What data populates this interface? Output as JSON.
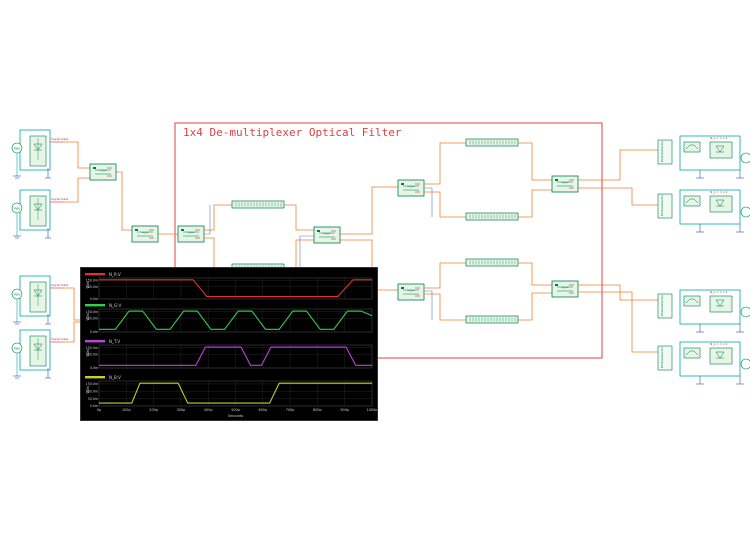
{
  "schematic": {
    "title": "1x4 De-multiplexer Optical Filter",
    "colors": {
      "title_box": "#e04040",
      "wire_cyan": "#00a9a9",
      "wire_orange": "#ee8030",
      "wire_blue": "#5a7cc8",
      "wire_red": "#d03030",
      "component_fill": "#e6f5e6",
      "component_stroke": "#007c50",
      "ground": "#3050c0"
    }
  },
  "scope": {
    "background": "#000000",
    "grid_color": "#2f2f2f",
    "y_unit": "Volts",
    "x_label": "Seconds",
    "y_ticks": [
      "150.0m",
      "100.0m",
      "0.0m"
    ],
    "y_ticks_last": [
      "150.0m",
      "100.0m",
      "50.0m",
      "0.0m"
    ],
    "x_ticks": [
      "0p",
      "100p",
      "200p",
      "300p",
      "400p",
      "500p",
      "600p",
      "700p",
      "800p",
      "900p",
      "1000p"
    ],
    "plots": [
      {
        "name": "N_R:V",
        "color": "#e03030",
        "segments": [
          [
            0,
            0.155
          ],
          [
            345,
            0.155
          ],
          [
            395,
            0.02
          ],
          [
            875,
            0.02
          ],
          [
            930,
            0.155
          ],
          [
            1000,
            0.155
          ]
        ]
      },
      {
        "name": "N_G:V",
        "color": "#30d050",
        "segments": [
          [
            0,
            0.02
          ],
          [
            60,
            0.02
          ],
          [
            110,
            0.155
          ],
          [
            160,
            0.155
          ],
          [
            210,
            0.02
          ],
          [
            260,
            0.02
          ],
          [
            310,
            0.155
          ],
          [
            360,
            0.155
          ],
          [
            410,
            0.02
          ],
          [
            460,
            0.02
          ],
          [
            510,
            0.155
          ],
          [
            560,
            0.155
          ],
          [
            610,
            0.02
          ],
          [
            660,
            0.02
          ],
          [
            710,
            0.155
          ],
          [
            760,
            0.155
          ],
          [
            810,
            0.02
          ],
          [
            860,
            0.02
          ],
          [
            910,
            0.155
          ],
          [
            960,
            0.155
          ],
          [
            1000,
            0.12
          ]
        ]
      },
      {
        "name": "N_T:V",
        "color": "#c040e0",
        "segments": [
          [
            0,
            0.02
          ],
          [
            355,
            0.02
          ],
          [
            390,
            0.155
          ],
          [
            520,
            0.155
          ],
          [
            555,
            0.02
          ],
          [
            595,
            0.02
          ],
          [
            630,
            0.155
          ],
          [
            905,
            0.155
          ],
          [
            940,
            0.02
          ],
          [
            1000,
            0.02
          ]
        ]
      },
      {
        "name": "N_B:V",
        "color": "#c8d020",
        "segments": [
          [
            0,
            0.02
          ],
          [
            120,
            0.02
          ],
          [
            150,
            0.155
          ],
          [
            290,
            0.155
          ],
          [
            325,
            0.02
          ],
          [
            625,
            0.02
          ],
          [
            660,
            0.155
          ],
          [
            1000,
            0.155
          ]
        ]
      }
    ]
  }
}
